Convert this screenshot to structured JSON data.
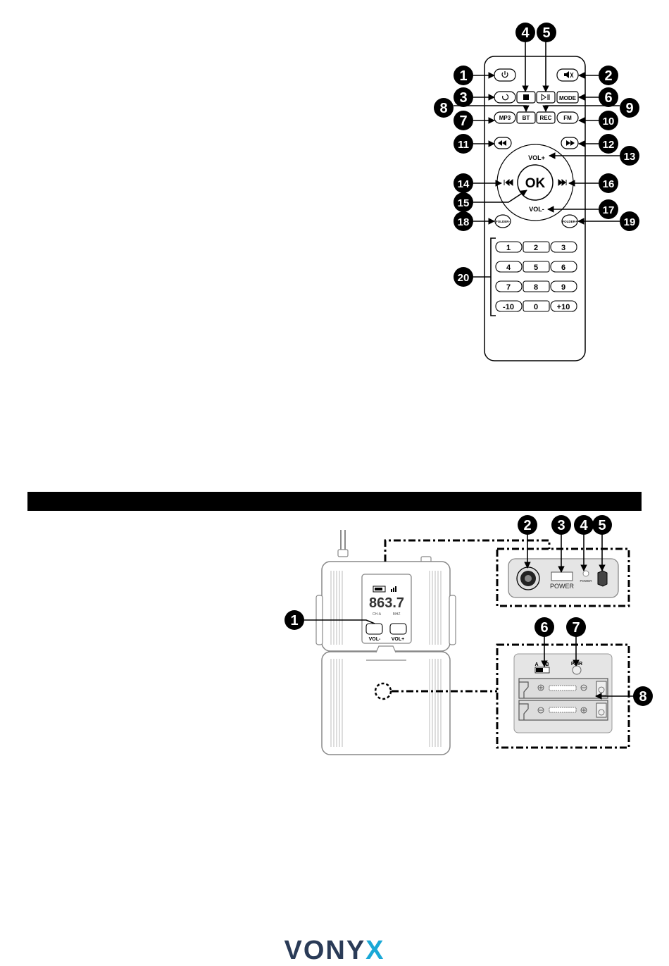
{
  "remote": {
    "mode": "MODE",
    "mp3": "MP3",
    "bt": "BT",
    "rec": "REC",
    "fm": "FM",
    "vol_plus": "VOL+",
    "vol_minus": "VOL-",
    "ok": "OK",
    "folder_minus": "FOLDER-",
    "folder_plus": "FOLDER+",
    "keys": [
      "1",
      "2",
      "3",
      "4",
      "5",
      "6",
      "7",
      "8",
      "9",
      "-10",
      "0",
      "+10"
    ],
    "callouts": [
      "1",
      "2",
      "3",
      "4",
      "5",
      "6",
      "7",
      "8",
      "9",
      "10",
      "11",
      "12",
      "13",
      "14",
      "15",
      "16",
      "17",
      "18",
      "19",
      "20"
    ]
  },
  "transmitter": {
    "lcd_freq": "863.7",
    "lcd_chan": "CH-A",
    "lcd_unit": "MHZ",
    "vol_minus": "VOL-",
    "vol_plus": "VOL+",
    "power": "POWER",
    "power_led": "POWER",
    "switch_a": "A",
    "switch_b": "B",
    "pair": "PAIR",
    "callouts": [
      "1",
      "2",
      "3",
      "4",
      "5",
      "6",
      "7",
      "8"
    ]
  },
  "brand": {
    "logo_main": "VONY",
    "logo_x": "X"
  }
}
